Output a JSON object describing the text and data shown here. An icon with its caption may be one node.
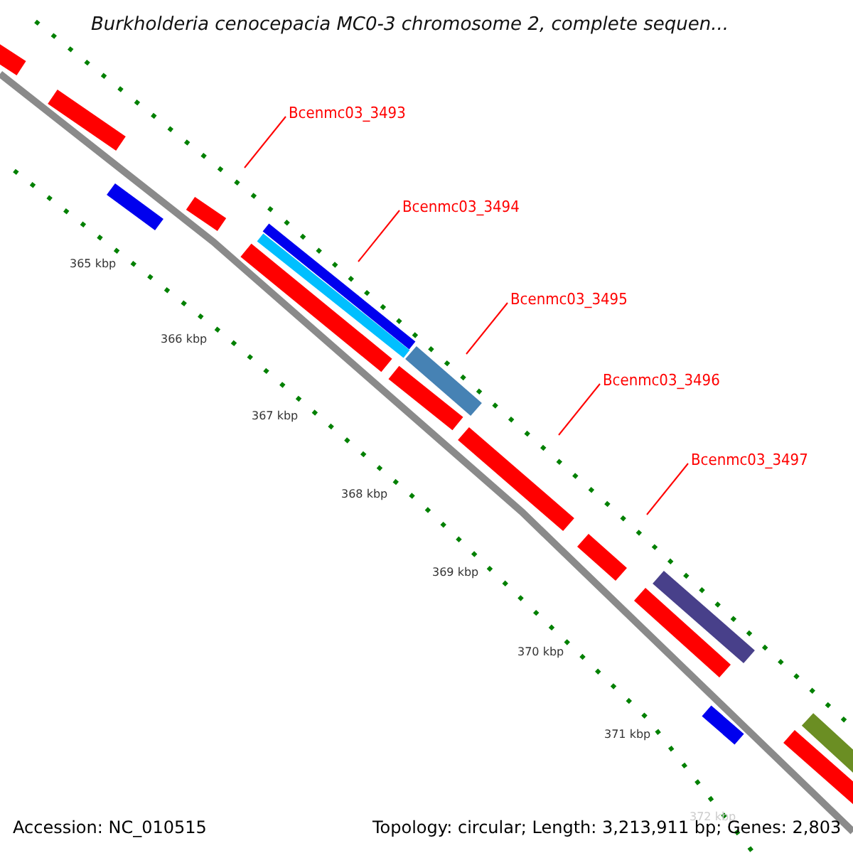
{
  "diagram": {
    "title": "Burkholderia cenocepacia MC0-3 chromosome 2, complete sequen...",
    "nodes": [
      {
        "text": [
          "Bcenmc03_3493"
        ]
      },
      {
        "text": [
          "Bcenmc03_3494"
        ]
      },
      {
        "text": [
          "Bcenmc03_3495"
        ]
      },
      {
        "text": [
          "Bcenmc03_3496"
        ]
      },
      {
        "text": [
          "Bcenmc03_3497"
        ]
      }
    ],
    "edges": [
      {
        "from": 0,
        "to": null,
        "arrow": "none"
      },
      {
        "from": 1,
        "to": null,
        "arrow": "none"
      },
      {
        "from": 2,
        "to": null,
        "arrow": "none"
      },
      {
        "from": 3,
        "to": null,
        "arrow": "none"
      },
      {
        "from": 4,
        "to": null,
        "arrow": "none"
      }
    ],
    "labels": [
      "365 kbp",
      "366 kbp",
      "367 kbp",
      "368 kbp",
      "369 kbp",
      "370 kbp",
      "371 kbp",
      "372 kbp",
      "Accession: NC_010515",
      "Topology: circular; Length: 3,213,911 bp; Genes: 2,803"
    ]
  }
}
